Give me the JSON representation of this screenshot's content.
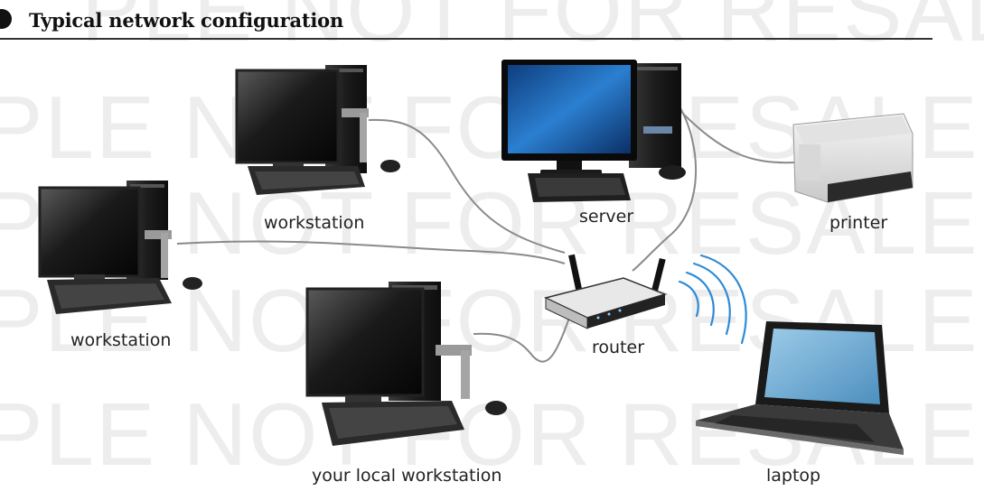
{
  "header": {
    "title": "Typical network configuration"
  },
  "watermark": {
    "text": "PLE NOT FOR RESALE"
  },
  "labels": {
    "workstation_top": "workstation",
    "workstation_left": "workstation",
    "local_workstation": "your local workstation",
    "server": "server",
    "printer": "printer",
    "router": "router",
    "laptop": "laptop"
  },
  "colors": {
    "cable": "#8a8a8a",
    "wifi": "#2e8bd6",
    "screen_server": "#1d5fa8"
  }
}
